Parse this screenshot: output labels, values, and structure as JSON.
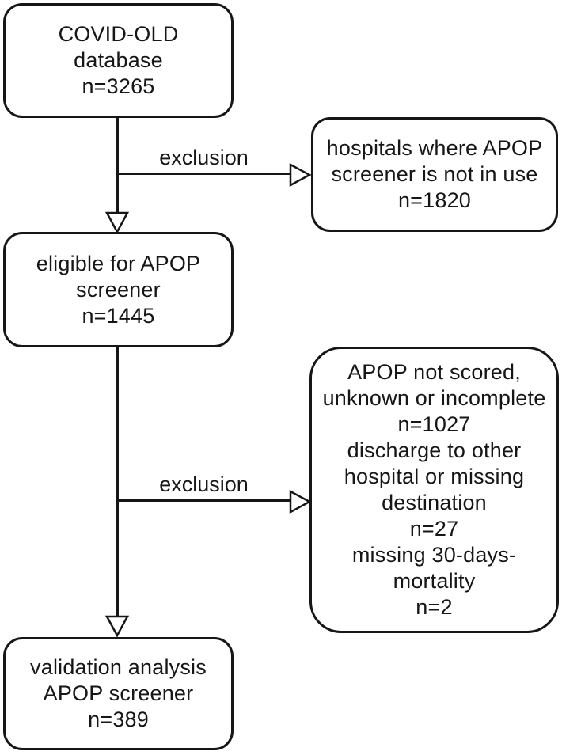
{
  "figure": {
    "type": "flowchart",
    "colors": {
      "background": "#ffffff",
      "line": "#161616",
      "text": "#161616",
      "box_fill": "#ffffff"
    },
    "nodes": {
      "covid_old": {
        "text": "COVID-OLD\ndatabase\nn=3265"
      },
      "hospitals_excluded": {
        "text": "hospitals where APOP\nscreener is not in use\nn=1820"
      },
      "eligible": {
        "text": "eligible for APOP\nscreener\nn=1445"
      },
      "apop_excluded": {
        "text": "APOP not scored,\nunknown or incomplete\nn=1027\ndischarge to other\nhospital or missing\ndestination\nn=27\nmissing 30-days-\nmortality\nn=2"
      },
      "validation": {
        "text": "validation analysis\nAPOP screener\nn=389"
      }
    },
    "edges": {
      "exclusion_1": {
        "label": "exclusion"
      },
      "exclusion_2": {
        "label": "exclusion"
      }
    }
  }
}
